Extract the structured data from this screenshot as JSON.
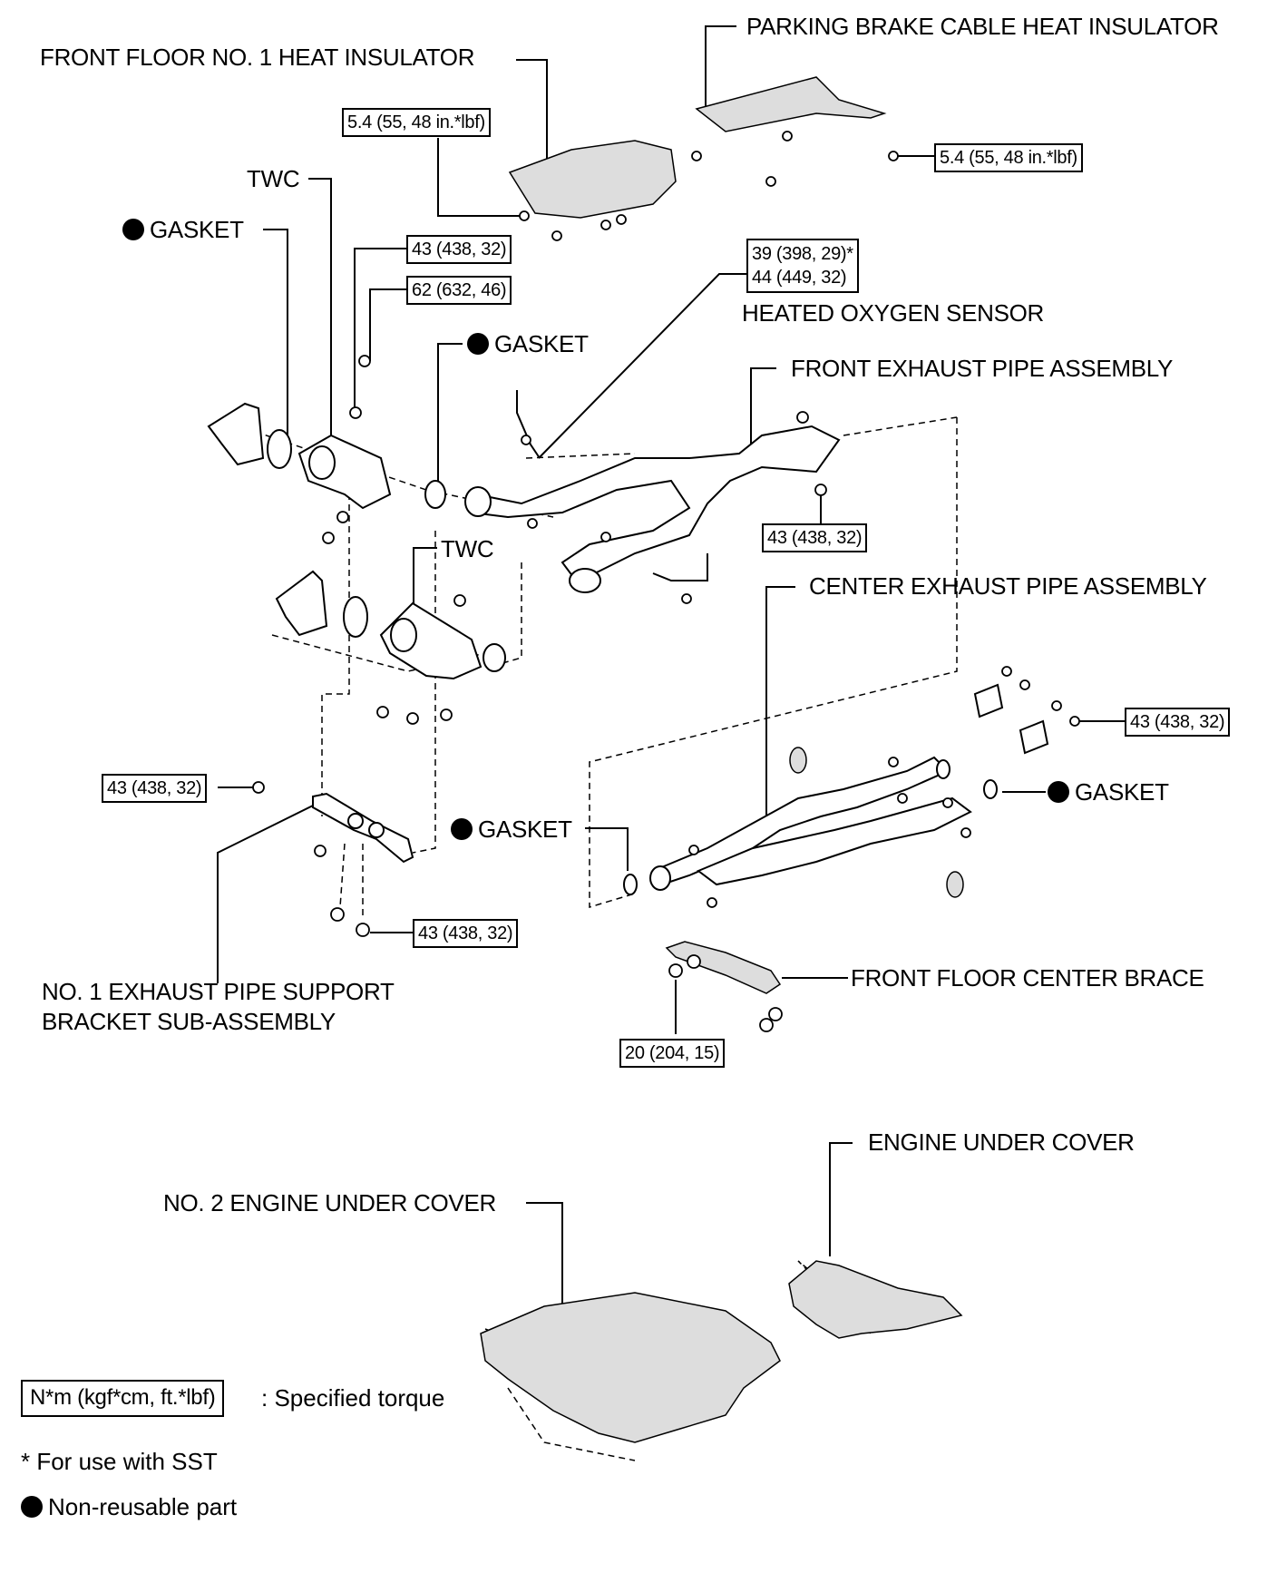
{
  "diagram": {
    "type": "exploded-parts-diagram",
    "subject": "Exhaust system components"
  },
  "labels": {
    "front_floor_no1_heat_insulator": "FRONT FLOOR NO. 1 HEAT INSULATOR",
    "parking_brake_cable_heat_insulator": "PARKING BRAKE CABLE HEAT INSULATOR",
    "twc_upper": "TWC",
    "twc_lower": "TWC",
    "gasket_upper_left": "GASKET",
    "gasket_middle": "GASKET",
    "gasket_center_left": "GASKET",
    "gasket_center_right": "GASKET",
    "heated_oxygen_sensor": "HEATED OXYGEN SENSOR",
    "front_exhaust_pipe_assembly": "FRONT EXHAUST PIPE ASSEMBLY",
    "center_exhaust_pipe_assembly": "CENTER EXHAUST PIPE ASSEMBLY",
    "no1_exhaust_pipe_support_bracket_line1": "NO. 1 EXHAUST PIPE SUPPORT",
    "no1_exhaust_pipe_support_bracket_line2": "BRACKET SUB-ASSEMBLY",
    "front_floor_center_brace": "FRONT FLOOR CENTER BRACE",
    "engine_under_cover": "ENGINE UNDER COVER",
    "no2_engine_under_cover": "NO. 2 ENGINE UNDER COVER"
  },
  "torques": {
    "heat_insulator_front": "5.4 (55, 48 in.*lbf)",
    "heat_insulator_parking": "5.4 (55, 48 in.*lbf)",
    "twc_nut_upper": "43 (438, 32)",
    "twc_stud": "62 (632, 46)",
    "oxygen_sensor_line1": "39 (398, 29)*",
    "oxygen_sensor_line2": "44 (449, 32)",
    "front_pipe_nut": "43 (438, 32)",
    "center_pipe_nut": "43 (438, 32)",
    "bracket_nut": "43 (438, 32)",
    "bracket_bolt": "43 (438, 32)",
    "center_brace_bolt": "20 (204, 15)"
  },
  "legend": {
    "torque_unit": "N*m (kgf*cm, ft.*lbf)",
    "torque_desc": ": Specified torque",
    "sst_note": "* For use with SST",
    "non_reusable": "Non-reusable part"
  }
}
